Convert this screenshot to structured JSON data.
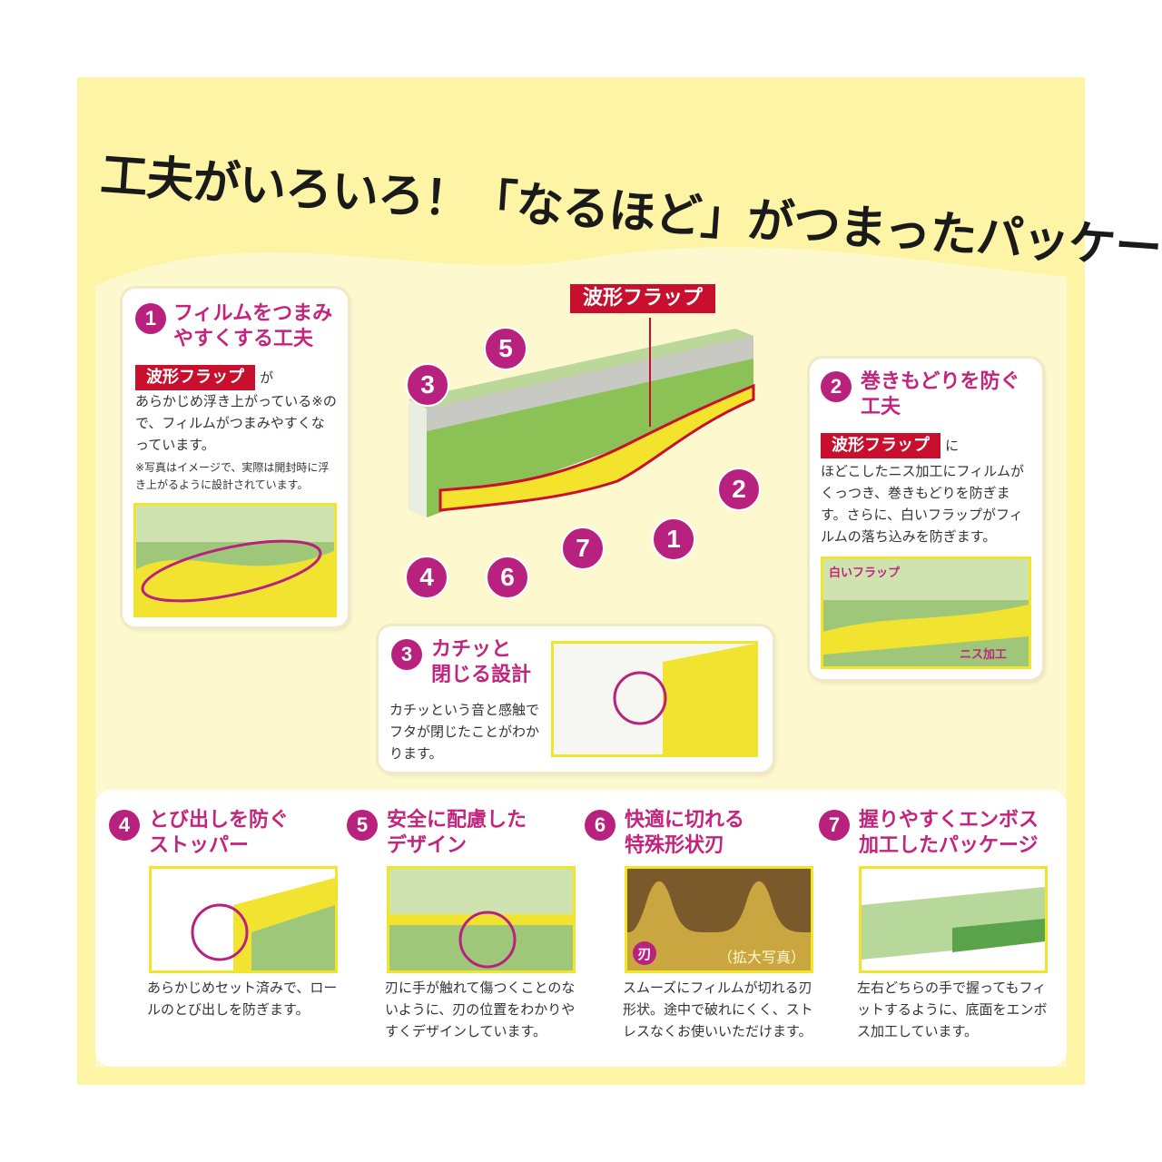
{
  "title": "工夫がいろいろ！「なるほど」がつまったパッケージ",
  "colors": {
    "background": "#fdf4a6",
    "accent": "#c2247e",
    "label_red": "#c8102e",
    "box_green": "#7cb844",
    "flap_yellow": "#f4e32c"
  },
  "diagram": {
    "flap_label": "波形フラップ",
    "callouts": [
      "1",
      "2",
      "3",
      "4",
      "5",
      "6",
      "7"
    ]
  },
  "features": [
    {
      "num": "1",
      "title_l1": "フィルムをつまみ",
      "title_l2": "やすくする工夫",
      "tag": "波形フラップ",
      "tag_suffix": "が",
      "body": "あらかじめ浮き上がっている※ので、フィルムがつまみやすくなっています。",
      "note": "※写真はイメージで、実際は開封時に浮き上がるように設計されています。"
    },
    {
      "num": "2",
      "title_l1": "巻きもどりを防ぐ",
      "title_l2": "工夫",
      "tag": "波形フラップ",
      "tag_suffix": "に",
      "body": "ほどこしたニス加工にフィルムがくっつき、巻きもどりを防ぎます。さらに、白いフラップがフィルムの落ち込みを防ぎます。",
      "photo_label_1": "白いフラップ",
      "photo_label_2": "ニス加工"
    },
    {
      "num": "3",
      "title_l1": "カチッと",
      "title_l2": "閉じる設計",
      "body": "カチッという音と感触でフタが閉じたことがわかります。"
    },
    {
      "num": "4",
      "title_l1": "とび出しを防ぐ",
      "title_l2": "ストッパー",
      "body": "あらかじめセット済みで、ロールのとび出しを防ぎます。"
    },
    {
      "num": "5",
      "title_l1": "安全に配慮した",
      "title_l2": "デザイン",
      "body": "刃に手が触れて傷つくことのないように、刃の位置をわかりやすくデザインしています。"
    },
    {
      "num": "6",
      "title_l1": "快適に切れる",
      "title_l2": "特殊形状刃",
      "body": "スムーズにフィルムが切れる刃形状。途中で破れにくく、ストレスなくお使いいただけます。",
      "photo_badge": "刃",
      "photo_caption": "（拡大写真）"
    },
    {
      "num": "7",
      "title_l1": "握りやすくエンボス",
      "title_l2": "加工したパッケージ",
      "body": "左右どちらの手で握ってもフィットするように、底面をエンボス加工しています。"
    }
  ]
}
